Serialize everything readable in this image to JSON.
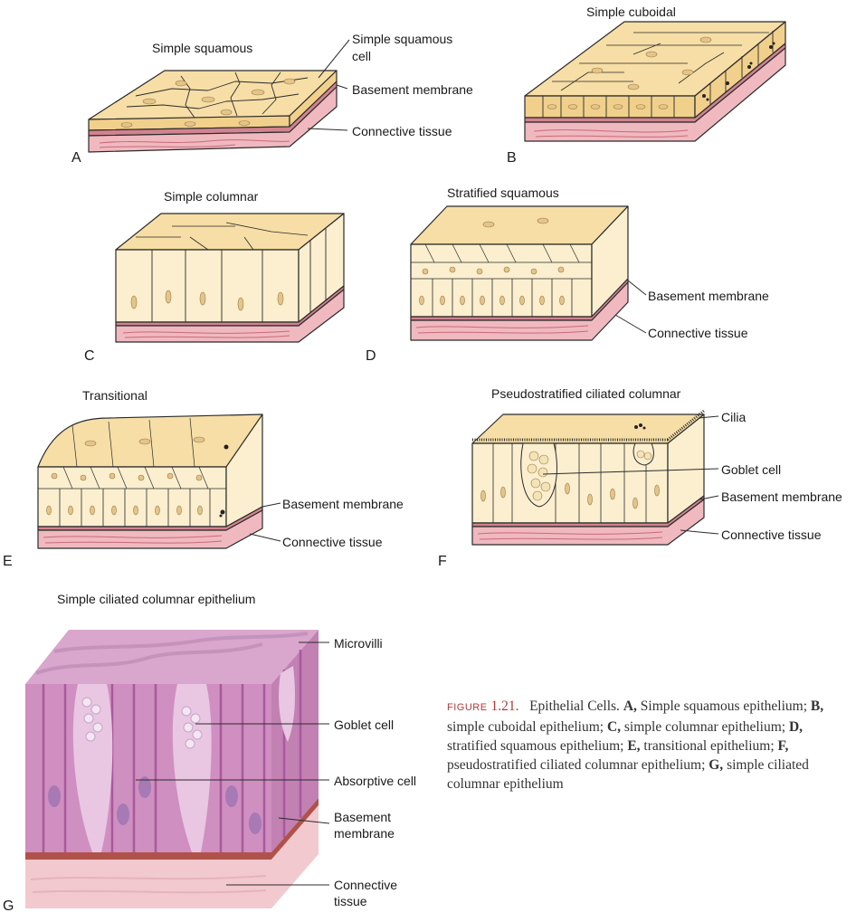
{
  "panels": {
    "A": {
      "letter": "A",
      "title": "Simple squamous",
      "labels": [
        "Simple squamous cell",
        "Basement membrane",
        "Connective tissue"
      ],
      "label_lines": [
        [
          "Simple squamous",
          "cell"
        ]
      ]
    },
    "B": {
      "letter": "B",
      "title": "Simple cuboidal"
    },
    "C": {
      "letter": "C",
      "title": "Simple columnar"
    },
    "D": {
      "letter": "D",
      "title": "Stratified squamous",
      "labels": [
        "Basement membrane",
        "Connective tissue"
      ]
    },
    "E": {
      "letter": "E",
      "title": "Transitional",
      "labels": [
        "Basement membrane",
        "Connective tissue"
      ]
    },
    "F": {
      "letter": "F",
      "title": "Pseudostratified ciliated columnar",
      "labels": [
        "Cilia",
        "Goblet cell",
        "Basement membrane",
        "Connective tissue"
      ]
    },
    "G": {
      "letter": "G",
      "title": "Simple ciliated columnar epithelium",
      "labels": [
        "Microvilli",
        "Goblet cell",
        "Absorptive cell",
        "Basement membrane",
        "Connective tissue"
      ],
      "label_lines": {
        "basement": [
          "Basement",
          "membrane"
        ],
        "connective": [
          "Connective",
          "tissue"
        ]
      }
    }
  },
  "caption": {
    "figure_word": "FIGURE",
    "figure_number": "1.21.",
    "title": "Epithelial Cells.",
    "parts": [
      {
        "key": "A,",
        "text": "Simple squamous epithelium;"
      },
      {
        "key": "B,",
        "text": "simple cuboidal epithelium;"
      },
      {
        "key": "C,",
        "text": "simple columnar epithelium;"
      },
      {
        "key": "D,",
        "text": "stratified squamous epithelium;"
      },
      {
        "key": "E,",
        "text": "transitional epithelium;"
      },
      {
        "key": "F,",
        "text": "pseudostratified ciliated columnar epithelium;"
      },
      {
        "key": "G,",
        "text": "simple ciliated columnar epithelium"
      }
    ]
  },
  "colors": {
    "cell_top": "#f6dea6",
    "cell_side": "#f1d08c",
    "cell_light": "#fbefcf",
    "basement": "#d2838f",
    "connective": "#f0b9c0",
    "tissue_dark": "#c86a79",
    "outline": "#2b2b2b",
    "g_pink": "#d496c6",
    "g_dark": "#a85a9b",
    "g_base": "#b0524a",
    "g_conn": "#f2c9cf"
  }
}
